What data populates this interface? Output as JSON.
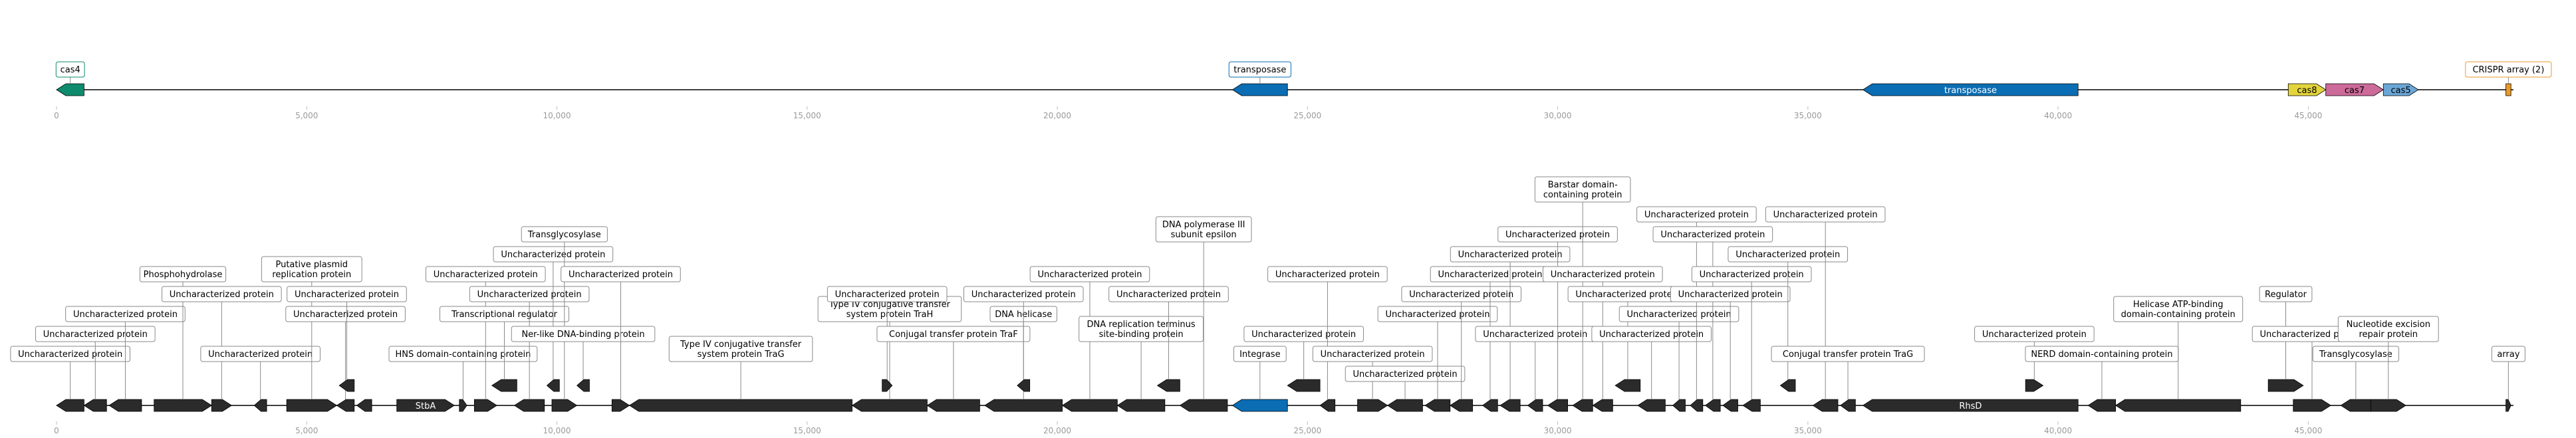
{
  "colors": {
    "background": "#ffffff",
    "backbone": "#000000",
    "tick_text": "#9a9a9a",
    "label_box_fill": "#ffffff",
    "label_box_stroke": "#8a8a8a",
    "label_text": "#000000",
    "gene_default": "#2b2b2b",
    "gene_text_on_dark": "#ffffff",
    "cas4": "#0e8a6c",
    "transposase": "#0b6db3",
    "cas8": "#e3d43c",
    "cas7": "#cc6a9a",
    "cas5": "#6aa6d6",
    "crispr_array": "#e99a2a"
  },
  "scale": {
    "min": 0,
    "max": 49500,
    "ticks": [
      0,
      5000,
      10000,
      15000,
      20000,
      25000,
      30000,
      35000,
      40000,
      45000
    ],
    "tick_labels": [
      "0",
      "5,000",
      "10,000",
      "15,000",
      "20,000",
      "25,000",
      "30,000",
      "35,000",
      "40,000",
      "45,000"
    ]
  },
  "top_track": {
    "features": [
      {
        "start": 0,
        "end": 550,
        "strand": -1,
        "color": "#0e8a6c",
        "label": "cas4",
        "label_pos": "box",
        "label_border": "#0e8a6c"
      },
      {
        "start": 23500,
        "end": 24600,
        "strand": -1,
        "color": "#0b6db3",
        "label": "transposase",
        "label_pos": "box",
        "label_border": "#0b6db3"
      },
      {
        "start": 36100,
        "end": 40400,
        "strand": -1,
        "color": "#0b6db3",
        "label": "transposase",
        "label_pos": "inline"
      },
      {
        "start": 44600,
        "end": 45350,
        "strand": 1,
        "color": "#e3d43c",
        "label": "cas8",
        "label_pos": "inline",
        "text_color": "#000000"
      },
      {
        "start": 45350,
        "end": 46500,
        "strand": 1,
        "color": "#cc6a9a",
        "label": "cas7",
        "label_pos": "inline",
        "text_color": "#000000"
      },
      {
        "start": 46500,
        "end": 47200,
        "strand": 1,
        "color": "#6aa6d6",
        "label": "cas5",
        "label_pos": "inline",
        "text_color": "#000000"
      },
      {
        "start": 48950,
        "end": 49050,
        "strand": 0,
        "color": "#e99a2a",
        "label": "CRISPR array (2)",
        "label_pos": "box",
        "label_border": "#e99a2a"
      }
    ]
  },
  "bottom_track": {
    "features": [
      {
        "start": 0,
        "end": 550,
        "strand": -1,
        "label": "Uncharacterized protein",
        "level": 1
      },
      {
        "start": 550,
        "end": 1000,
        "strand": -1,
        "label": "Uncharacterized protein",
        "level": 2
      },
      {
        "start": 1050,
        "end": 1700,
        "strand": -1,
        "label": "Uncharacterized protein",
        "level": 3
      },
      {
        "start": 1950,
        "end": 3100,
        "strand": 1,
        "label": "Phosphohydrolase",
        "level": 5
      },
      {
        "start": 3100,
        "end": 3500,
        "strand": 1,
        "label": "Uncharacterized protein",
        "level": 4
      },
      {
        "start": 3950,
        "end": 4200,
        "strand": -1,
        "label": "Uncharacterized protein",
        "level": 1
      },
      {
        "start": 4600,
        "end": 5600,
        "strand": 1,
        "label": "Putative plasmid\nreplication protein",
        "level": 5
      },
      {
        "start": 5600,
        "end": 5950,
        "strand": -1,
        "label": "Uncharacterized protein",
        "level": 3
      },
      {
        "start": 5650,
        "end": 5950,
        "strand": -1,
        "label": "Uncharacterized protein",
        "level": 4,
        "row": "upper"
      },
      {
        "start": 6000,
        "end": 6300,
        "strand": -1,
        "label": "",
        "level": 0
      },
      {
        "start": 6800,
        "end": 7950,
        "strand": 1,
        "label": "StbA",
        "label_pos": "inline"
      },
      {
        "start": 8050,
        "end": 8200,
        "strand": 1,
        "label": "HNS domain-containing protein",
        "level": 1
      },
      {
        "start": 8350,
        "end": 8800,
        "strand": 1,
        "label": "Uncharacterized protein",
        "level": 5
      },
      {
        "start": 8700,
        "end": 9200,
        "strand": -1,
        "label": "Transcriptional regulator",
        "level": 3,
        "row": "upper"
      },
      {
        "start": 9150,
        "end": 9750,
        "strand": -1,
        "label": "Uncharacterized protein",
        "level": 4
      },
      {
        "start": 9800,
        "end": 10050,
        "strand": -1,
        "label": "Uncharacterized protein",
        "level": 6,
        "row": "upper"
      },
      {
        "start": 9900,
        "end": 10400,
        "strand": 1,
        "label": "Transglycosylase",
        "level": 7
      },
      {
        "start": 10400,
        "end": 10650,
        "strand": -1,
        "label": "Ner-like DNA-binding protein",
        "level": 2,
        "row": "upper"
      },
      {
        "start": 11100,
        "end": 11450,
        "strand": 1,
        "label": "Uncharacterized protein",
        "level": 5
      },
      {
        "start": 11450,
        "end": 15900,
        "strand": -1,
        "label": "Type IV conjugative transfer\nsystem protein TraG",
        "level": 1
      },
      {
        "start": 15900,
        "end": 17400,
        "strand": -1,
        "label": "Type IV conjugative transfer\nsystem protein TraH",
        "level": 3
      },
      {
        "start": 16500,
        "end": 16700,
        "strand": 1,
        "label": "Uncharacterized protein",
        "level": 4,
        "row": "upper"
      },
      {
        "start": 17400,
        "end": 18450,
        "strand": -1,
        "label": "Conjugal transfer protein TraF",
        "level": 2
      },
      {
        "start": 18550,
        "end": 20100,
        "strand": -1,
        "label": "DNA helicase",
        "level": 3
      },
      {
        "start": 19200,
        "end": 19450,
        "strand": -1,
        "label": "Uncharacterized protein",
        "level": 4,
        "row": "upper"
      },
      {
        "start": 20100,
        "end": 21200,
        "strand": -1,
        "label": "Uncharacterized protein",
        "level": 5
      },
      {
        "start": 21200,
        "end": 22150,
        "strand": -1,
        "label": "DNA replication terminus\nsite-binding protein",
        "level": 2
      },
      {
        "start": 22000,
        "end": 22450,
        "strand": -1,
        "label": "Uncharacterized protein",
        "level": 4,
        "row": "upper"
      },
      {
        "start": 22450,
        "end": 23400,
        "strand": -1,
        "label": "DNA polymerase III\nsubunit epsilon",
        "level": 7
      },
      {
        "start": 23500,
        "end": 24600,
        "strand": -1,
        "label": "Integrase",
        "level": 1,
        "color": "#0b6db3"
      },
      {
        "start": 24600,
        "end": 25250,
        "strand": -1,
        "label": "Uncharacterized protein",
        "level": 2,
        "row": "upper"
      },
      {
        "start": 25250,
        "end": 25550,
        "strand": -1,
        "label": "Uncharacterized protein",
        "level": 5
      },
      {
        "start": 26000,
        "end": 26600,
        "strand": 1,
        "label": "Uncharacterized protein",
        "level": 1
      },
      {
        "start": 26600,
        "end": 27300,
        "strand": -1,
        "label": "Uncharacterized protein",
        "level": 0
      },
      {
        "start": 27350,
        "end": 27850,
        "strand": -1,
        "label": "Uncharacterized protein",
        "level": 3
      },
      {
        "start": 27850,
        "end": 28300,
        "strand": -1,
        "label": "Uncharacterized protein",
        "level": 4
      },
      {
        "start": 28500,
        "end": 28800,
        "strand": -1,
        "label": "Uncharacterized protein",
        "level": 5
      },
      {
        "start": 28850,
        "end": 29250,
        "strand": -1,
        "label": "Uncharacterized protein",
        "level": 6
      },
      {
        "start": 29400,
        "end": 29700,
        "strand": -1,
        "label": "Uncharacterized protein",
        "level": 2
      },
      {
        "start": 29800,
        "end": 30200,
        "strand": -1,
        "label": "Uncharacterized protein",
        "level": 7
      },
      {
        "start": 30300,
        "end": 30700,
        "strand": -1,
        "label": "Barstar domain-\ncontaining protein",
        "level": 9
      },
      {
        "start": 30700,
        "end": 31100,
        "strand": -1,
        "label": "Uncharacterized protein",
        "level": 5
      },
      {
        "start": 31150,
        "end": 31650,
        "strand": -1,
        "label": "Uncharacterized protein",
        "level": 4,
        "row": "upper"
      },
      {
        "start": 31600,
        "end": 32150,
        "strand": -1,
        "label": "Uncharacterized protein",
        "level": 2
      },
      {
        "start": 32300,
        "end": 32550,
        "strand": -1,
        "label": "Uncharacterized protein",
        "level": 3
      },
      {
        "start": 32650,
        "end": 32900,
        "strand": -1,
        "label": "Uncharacterized protein",
        "level": 8
      },
      {
        "start": 32950,
        "end": 33250,
        "strand": -1,
        "label": "Uncharacterized protein",
        "level": 7
      },
      {
        "start": 33300,
        "end": 33600,
        "strand": -1,
        "label": "Uncharacterized protein",
        "level": 4
      },
      {
        "start": 33700,
        "end": 34050,
        "strand": -1,
        "label": "Uncharacterized protein",
        "level": 5
      },
      {
        "start": 34450,
        "end": 34750,
        "strand": -1,
        "label": "Uncharacterized protein",
        "level": 6,
        "row": "upper"
      },
      {
        "start": 35100,
        "end": 35600,
        "strand": -1,
        "label": "Uncharacterized protein",
        "level": 8
      },
      {
        "start": 35650,
        "end": 35950,
        "strand": -1,
        "label": "Conjugal transfer protein TraG",
        "level": 1
      },
      {
        "start": 36100,
        "end": 40400,
        "strand": -1,
        "label": "RhsD",
        "label_pos": "inline"
      },
      {
        "start": 39350,
        "end": 39700,
        "strand": 1,
        "label": "Uncharacterized protein",
        "level": 2,
        "row": "upper"
      },
      {
        "start": 40600,
        "end": 41150,
        "strand": -1,
        "label": "NERD domain-containing protein",
        "level": 1
      },
      {
        "start": 41150,
        "end": 43650,
        "strand": -1,
        "label": "Helicase ATP-binding\ndomain-containing protein",
        "level": 3
      },
      {
        "start": 44200,
        "end": 44900,
        "strand": 1,
        "label": "Regulator",
        "level": 4,
        "row": "upper"
      },
      {
        "start": 44700,
        "end": 45450,
        "strand": 1,
        "label": "Uncharacterized protein",
        "level": 2
      },
      {
        "start": 45650,
        "end": 46250,
        "strand": -1,
        "label": "Transglycosylase",
        "level": 1
      },
      {
        "start": 46250,
        "end": 46950,
        "strand": 1,
        "label": "Nucleotide excision\nrepair protein",
        "level": 2
      },
      {
        "start": 48950,
        "end": 49050,
        "strand": 1,
        "label": "array",
        "level": 1
      }
    ]
  }
}
